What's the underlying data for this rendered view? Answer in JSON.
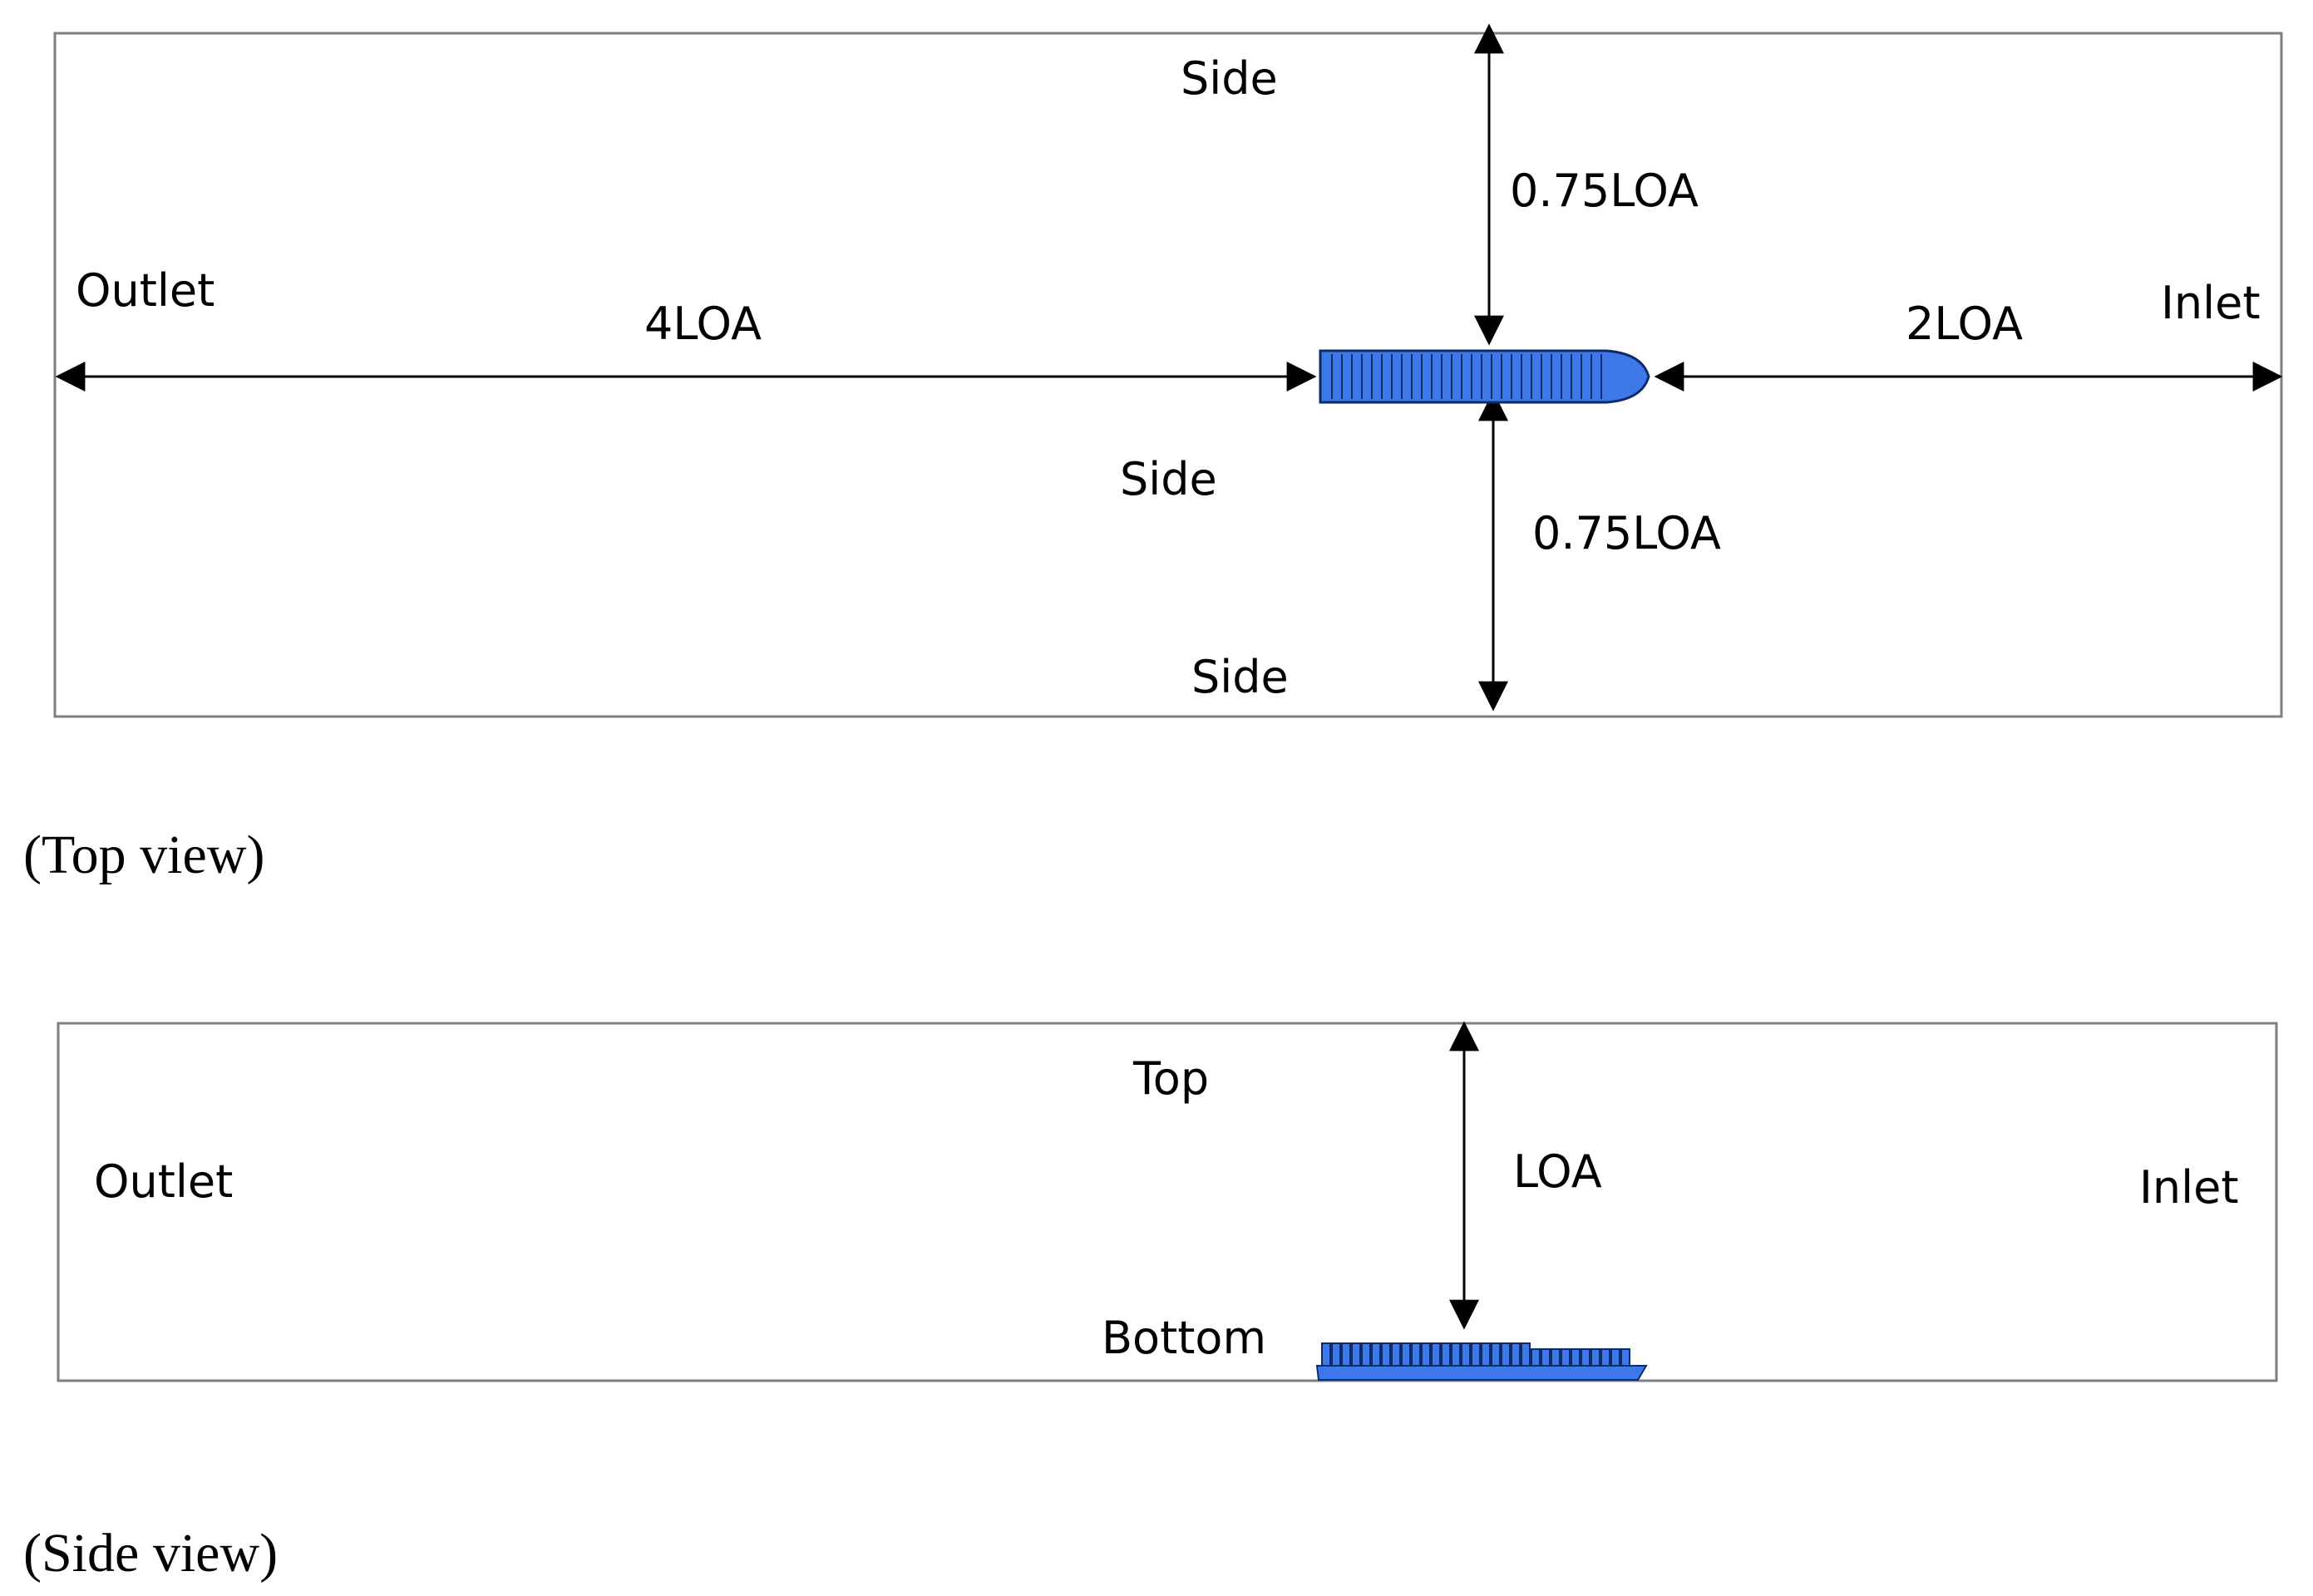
{
  "top_view": {
    "caption": "(Top view)",
    "labels": {
      "outlet": "Outlet",
      "inlet": "Inlet",
      "side_top": "Side",
      "side_mid": "Side",
      "side_bottom": "Side"
    },
    "dimensions": {
      "downstream": {
        "coef": "4L",
        "sub": "OA"
      },
      "upstream": {
        "coef": "2L",
        "sub": "OA"
      },
      "side_upper": {
        "coef": "0.75L",
        "sub": "OA"
      },
      "side_lower": {
        "coef": "0.75L",
        "sub": "OA"
      }
    }
  },
  "side_view": {
    "caption": "(Side view)",
    "labels": {
      "outlet": "Outlet",
      "inlet": "Inlet",
      "top": "Top",
      "bottom": "Bottom"
    },
    "dimensions": {
      "height": {
        "coef": "L",
        "sub": "OA"
      }
    }
  },
  "colors": {
    "ship_fill": "#3d78e8",
    "ship_stroke": "#0d2a6b",
    "domain_border": "#7f7f7f",
    "arrow": "#000000"
  }
}
